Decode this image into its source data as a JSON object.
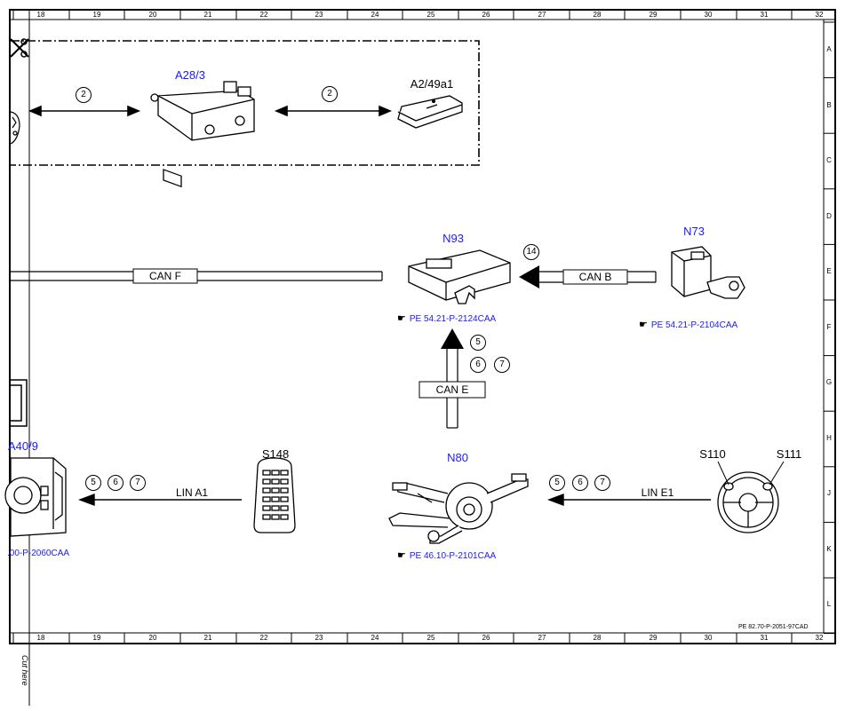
{
  "ruler": {
    "columns": [
      "18",
      "19",
      "20",
      "21",
      "22",
      "23",
      "24",
      "25",
      "26",
      "27",
      "28",
      "29",
      "30",
      "31",
      "32"
    ],
    "rows": [
      "A",
      "B",
      "C",
      "D",
      "E",
      "F",
      "G",
      "H",
      "J",
      "K",
      "L"
    ]
  },
  "components": {
    "a28_3": "A28/3",
    "a2_49a1": "A2/49a1",
    "n93": "N93",
    "n73": "N73",
    "a40_9": "A40/9",
    "s148": "S148",
    "n80": "N80",
    "s110": "S110",
    "s111": "S111"
  },
  "buses": {
    "can_f": "CAN F",
    "can_b": "CAN B",
    "can_e": "CAN E",
    "lin_a1": "LIN A1",
    "lin_e1": "LIN E1"
  },
  "refs": {
    "n93_ref": "PE 54.21-P-2124CAA",
    "n73_ref": "PE 54.21-P-2104CAA",
    "n80_ref": "PE 46.10-P-2101CAA",
    "a40_ref": ".00-P-2060CAA"
  },
  "ref_icon": "pointing-hand-icon",
  "callouts": {
    "top_left": "2",
    "top_right": "2",
    "can_b": "14",
    "can_e_5": "5",
    "can_e_6": "6",
    "can_e_7": "7",
    "lin_a1_5": "5",
    "lin_a1_6": "6",
    "lin_a1_7": "7",
    "lin_e1_5": "5",
    "lin_e1_6": "6",
    "lin_e1_7": "7"
  },
  "doc_id": "PE 82.70-P-2051-97CAD",
  "cut_note": "Cut here",
  "colors": {
    "link_blue": "#1a1aff",
    "line": "#000000"
  }
}
